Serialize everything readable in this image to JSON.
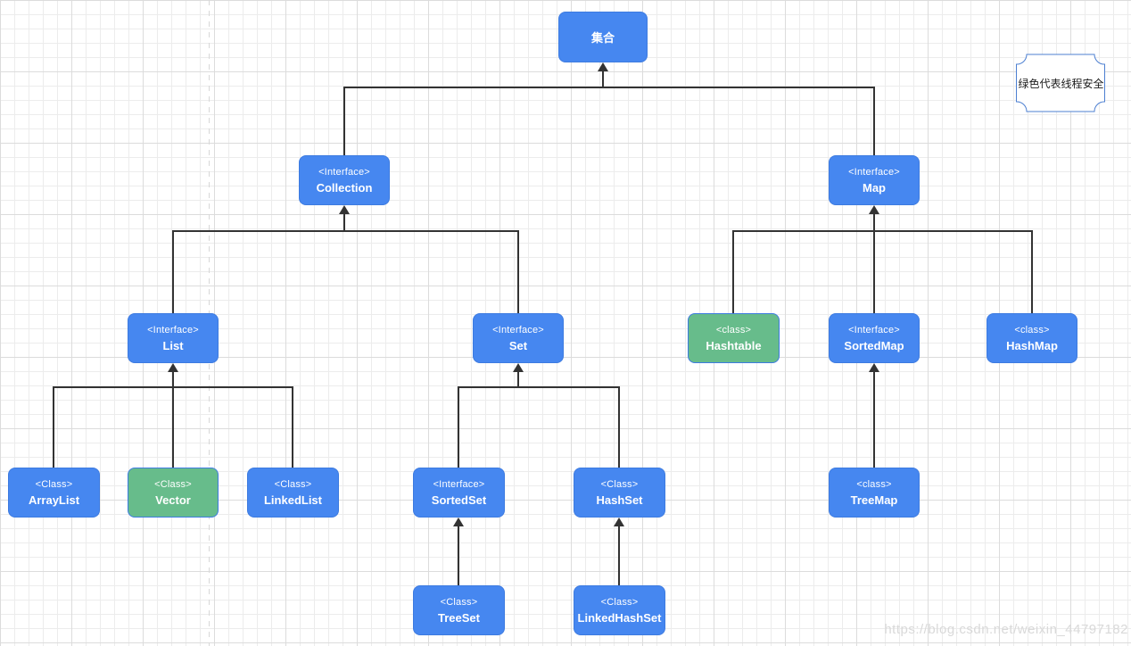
{
  "diagram": {
    "root": {
      "label": "集合"
    },
    "nodes": {
      "collection": {
        "stereotype": "<Interface>",
        "name": "Collection",
        "thread_safe": false
      },
      "map": {
        "stereotype": "<Interface>",
        "name": "Map",
        "thread_safe": false
      },
      "list": {
        "stereotype": "<Interface>",
        "name": "List",
        "thread_safe": false
      },
      "set": {
        "stereotype": "<Interface>",
        "name": "Set",
        "thread_safe": false
      },
      "hashtable": {
        "stereotype": "<class>",
        "name": "Hashtable",
        "thread_safe": true
      },
      "sortedmap": {
        "stereotype": "<Interface>",
        "name": "SortedMap",
        "thread_safe": false
      },
      "hashmap": {
        "stereotype": "<class>",
        "name": "HashMap",
        "thread_safe": false
      },
      "arraylist": {
        "stereotype": "<Class>",
        "name": "ArrayList",
        "thread_safe": false
      },
      "vector": {
        "stereotype": "<Class>",
        "name": "Vector",
        "thread_safe": true
      },
      "linkedlist": {
        "stereotype": "<Class>",
        "name": "LinkedList",
        "thread_safe": false
      },
      "sortedset": {
        "stereotype": "<Interface>",
        "name": "SortedSet",
        "thread_safe": false
      },
      "hashset": {
        "stereotype": "<Class>",
        "name": "HashSet",
        "thread_safe": false
      },
      "treemap": {
        "stereotype": "<class>",
        "name": "TreeMap",
        "thread_safe": false
      },
      "treeset": {
        "stereotype": "<Class>",
        "name": "TreeSet",
        "thread_safe": false
      },
      "linkedhashset": {
        "stereotype": "<Class>",
        "name": "LinkedHashSet",
        "thread_safe": false
      }
    },
    "edges": [
      {
        "child": "Collection",
        "parent": "集合"
      },
      {
        "child": "Map",
        "parent": "集合"
      },
      {
        "child": "List",
        "parent": "Collection"
      },
      {
        "child": "Set",
        "parent": "Collection"
      },
      {
        "child": "Hashtable",
        "parent": "Map"
      },
      {
        "child": "SortedMap",
        "parent": "Map"
      },
      {
        "child": "HashMap",
        "parent": "Map"
      },
      {
        "child": "ArrayList",
        "parent": "List"
      },
      {
        "child": "Vector",
        "parent": "List"
      },
      {
        "child": "LinkedList",
        "parent": "List"
      },
      {
        "child": "SortedSet",
        "parent": "Set"
      },
      {
        "child": "HashSet",
        "parent": "Set"
      },
      {
        "child": "TreeMap",
        "parent": "SortedMap"
      },
      {
        "child": "TreeSet",
        "parent": "SortedSet"
      },
      {
        "child": "LinkedHashSet",
        "parent": "HashSet"
      }
    ],
    "note": {
      "text": "绿色代表线程安全"
    },
    "watermark": {
      "text": "https://blog.csdn.net/weixin_44797182"
    },
    "colors": {
      "node_blue": "#4687F0",
      "node_green": "#67BC8B",
      "node_border_blue": "#3D7BE0",
      "line": "#333333",
      "note_border": "#4C7FD1"
    }
  }
}
